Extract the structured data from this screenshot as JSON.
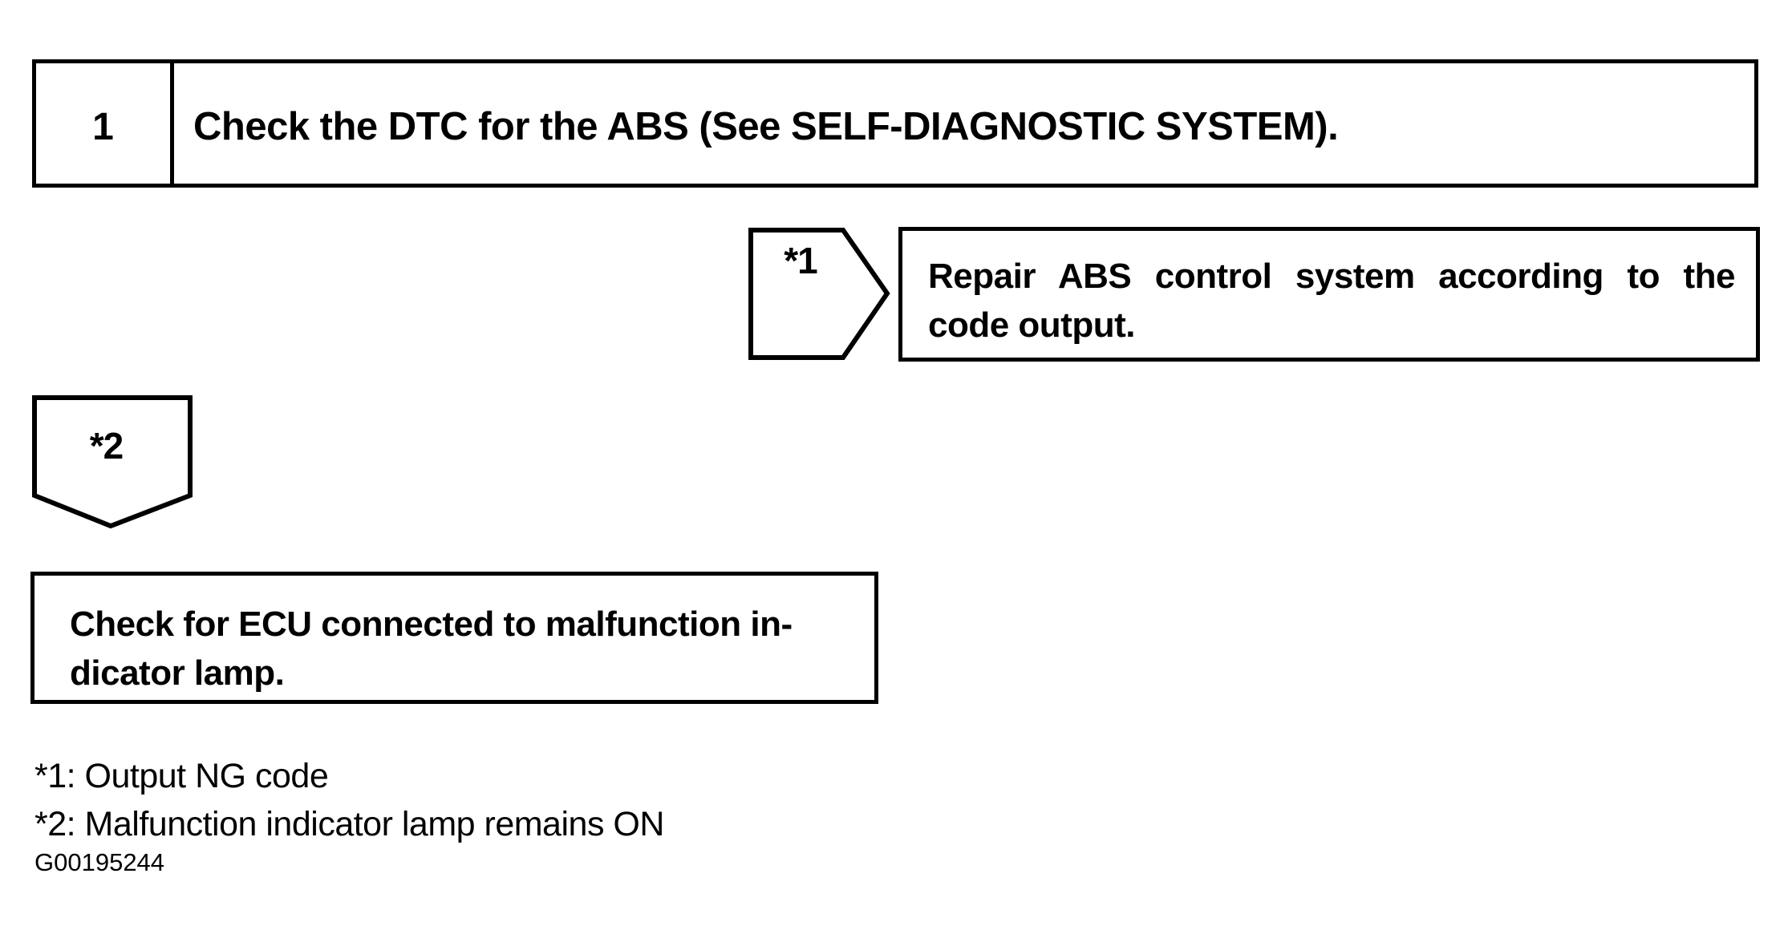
{
  "canvas": {
    "background_color": "#ffffff",
    "ink_color": "#000000"
  },
  "flowchart": {
    "step_box": {
      "number": "1",
      "text": "Check the DTC for the ABS (See SELF-DIAGNOSTIC SYSTEM)."
    },
    "connector_1": {
      "label": "*1",
      "shape": "pentagon-pointing-right"
    },
    "repair_box": {
      "line1": "Repair ABS control system according to the",
      "line2": "code output."
    },
    "connector_2": {
      "label": "*2",
      "shape": "pentagon-pointing-down"
    },
    "check_box": {
      "line1": "Check for ECU connected to malfunction in-",
      "line2": "dicator lamp."
    }
  },
  "footnotes": {
    "note1": "*1: Output NG code",
    "note2": "*2: Malfunction indicator lamp remains ON"
  },
  "figure_id": "G00195244"
}
